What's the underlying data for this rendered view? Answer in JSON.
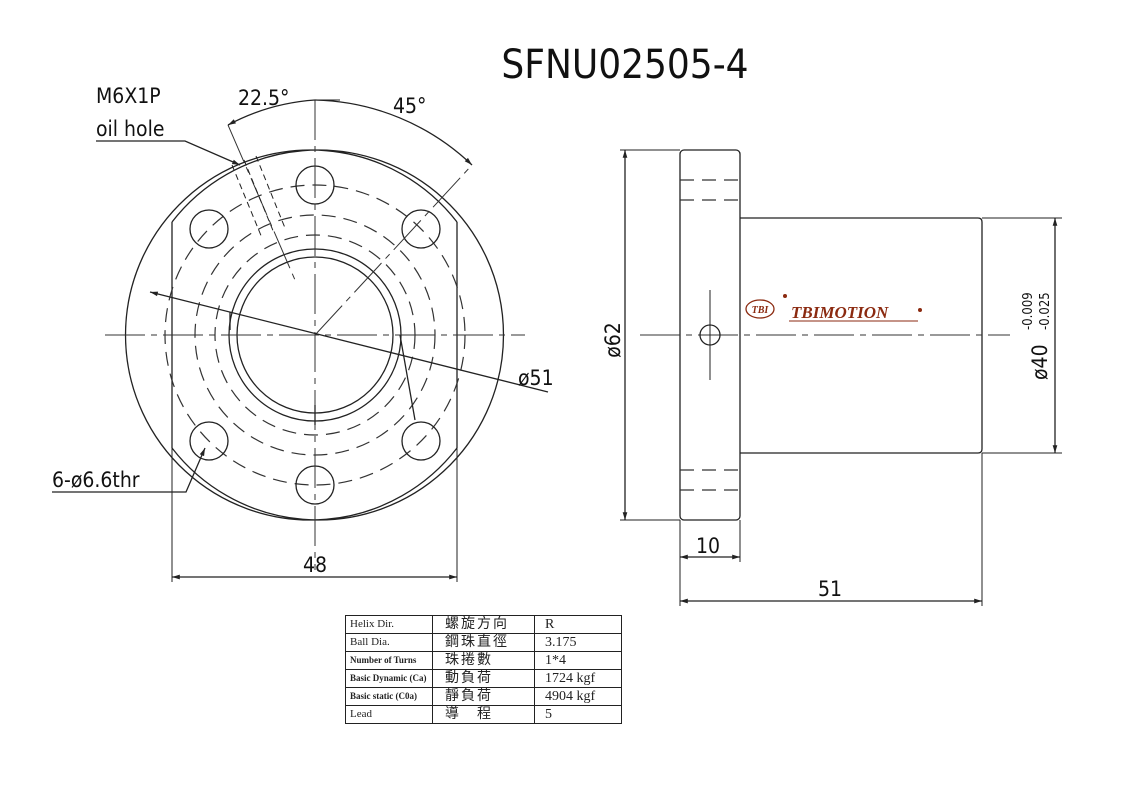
{
  "title": "SFNU02505-4",
  "front_view": {
    "oil_hole_thread": "M6X1P",
    "oil_hole_label": "oil hole",
    "angle_1": "22.5°",
    "angle_2": "45°",
    "bolt_circle": "ø51",
    "holes": "6-ø6.6thr",
    "flat_width": "48"
  },
  "side_view": {
    "flange_dia": "ø62",
    "body_dia": "ø40",
    "body_tol_upper": "-0.009",
    "body_tol_lower": "-0.025",
    "flange_thickness": "10",
    "length": "51"
  },
  "logo": {
    "mark": "TBI",
    "text": "TBIMOTION",
    "color": "#8b2a10"
  },
  "spec_table": [
    {
      "en": "Helix  Dir.",
      "zh": "螺旋方向",
      "value": "R",
      "bold": false
    },
    {
      "en": "Ball Dia.",
      "zh": "鋼珠直徑",
      "value": "3.175",
      "bold": false
    },
    {
      "en": "Number of Turns",
      "zh": "珠捲數",
      "value": "1*4",
      "bold": true
    },
    {
      "en": "Basic Dynamic (Ca)",
      "zh": "動負荷",
      "value": "1724 kgf",
      "bold": true
    },
    {
      "en": "Basic static (C0a)",
      "zh": "靜負荷",
      "value": "4904 kgf",
      "bold": true
    },
    {
      "en": "Lead",
      "zh": "導　程",
      "value": "5",
      "bold": false
    }
  ]
}
